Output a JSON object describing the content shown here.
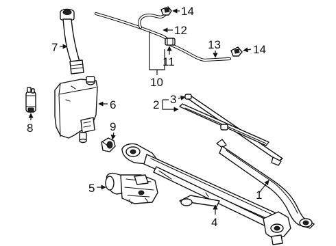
{
  "callouts": {
    "c1": "1",
    "c2": "2",
    "c3": "3",
    "c4": "4",
    "c5": "5",
    "c6": "6",
    "c7": "7",
    "c8": "8",
    "c9": "9",
    "c10": "10",
    "c11": "11",
    "c12": "12",
    "c13": "13",
    "c14a": "14",
    "c14b": "14"
  },
  "colors": {
    "line": "#111111",
    "background": "#ffffff"
  }
}
